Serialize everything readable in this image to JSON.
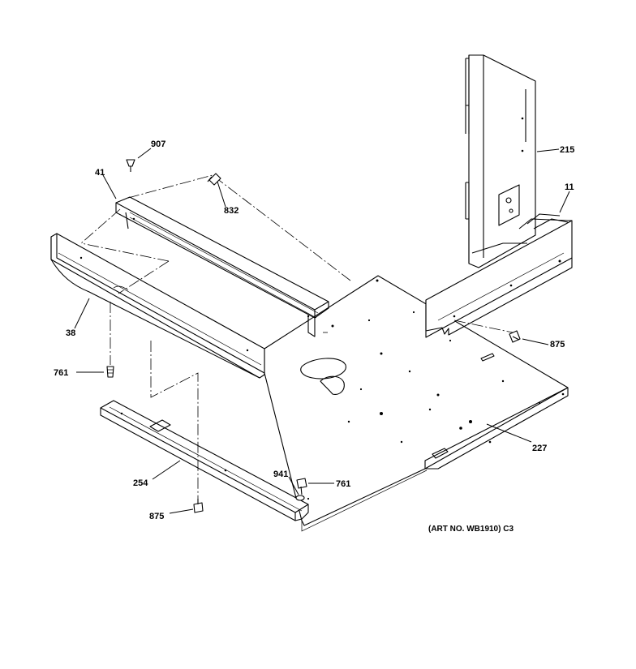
{
  "labels": {
    "p907": "907",
    "p41": "41",
    "p832": "832",
    "p215": "215",
    "p11": "11",
    "p38": "38",
    "p761a": "761",
    "p875a": "875",
    "p227": "227",
    "p254": "254",
    "p941": "941",
    "p761b": "761",
    "p875b": "875"
  },
  "art_no": "(ART NO. WB1910) C3"
}
